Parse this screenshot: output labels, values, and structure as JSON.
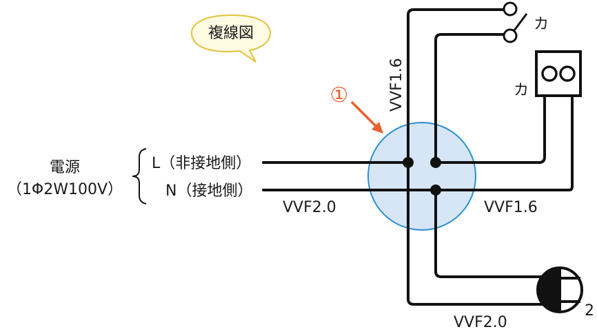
{
  "bubble_label": "複線図",
  "marker_label": "①",
  "power_source": {
    "line1": "電源",
    "line2": "（1Φ2W100V）",
    "live": "L（非接地側）",
    "neutral": "N（接地側）"
  },
  "cables": {
    "vertical_top": "VVF1.6",
    "left_feed": "VVF2.0",
    "right_lamp": "VVF1.6",
    "bottom_outlet": "VVF2.0"
  },
  "switch_label": "カ",
  "lamp_label": "カ",
  "outlet_label": "2",
  "colors": {
    "junction_fill": "#d6e6f7",
    "junction_stroke": "#2b8fd6",
    "marker": "#e8602c",
    "bubble_fill": "#fffbe3",
    "bubble_stroke": "#e2c23c"
  }
}
